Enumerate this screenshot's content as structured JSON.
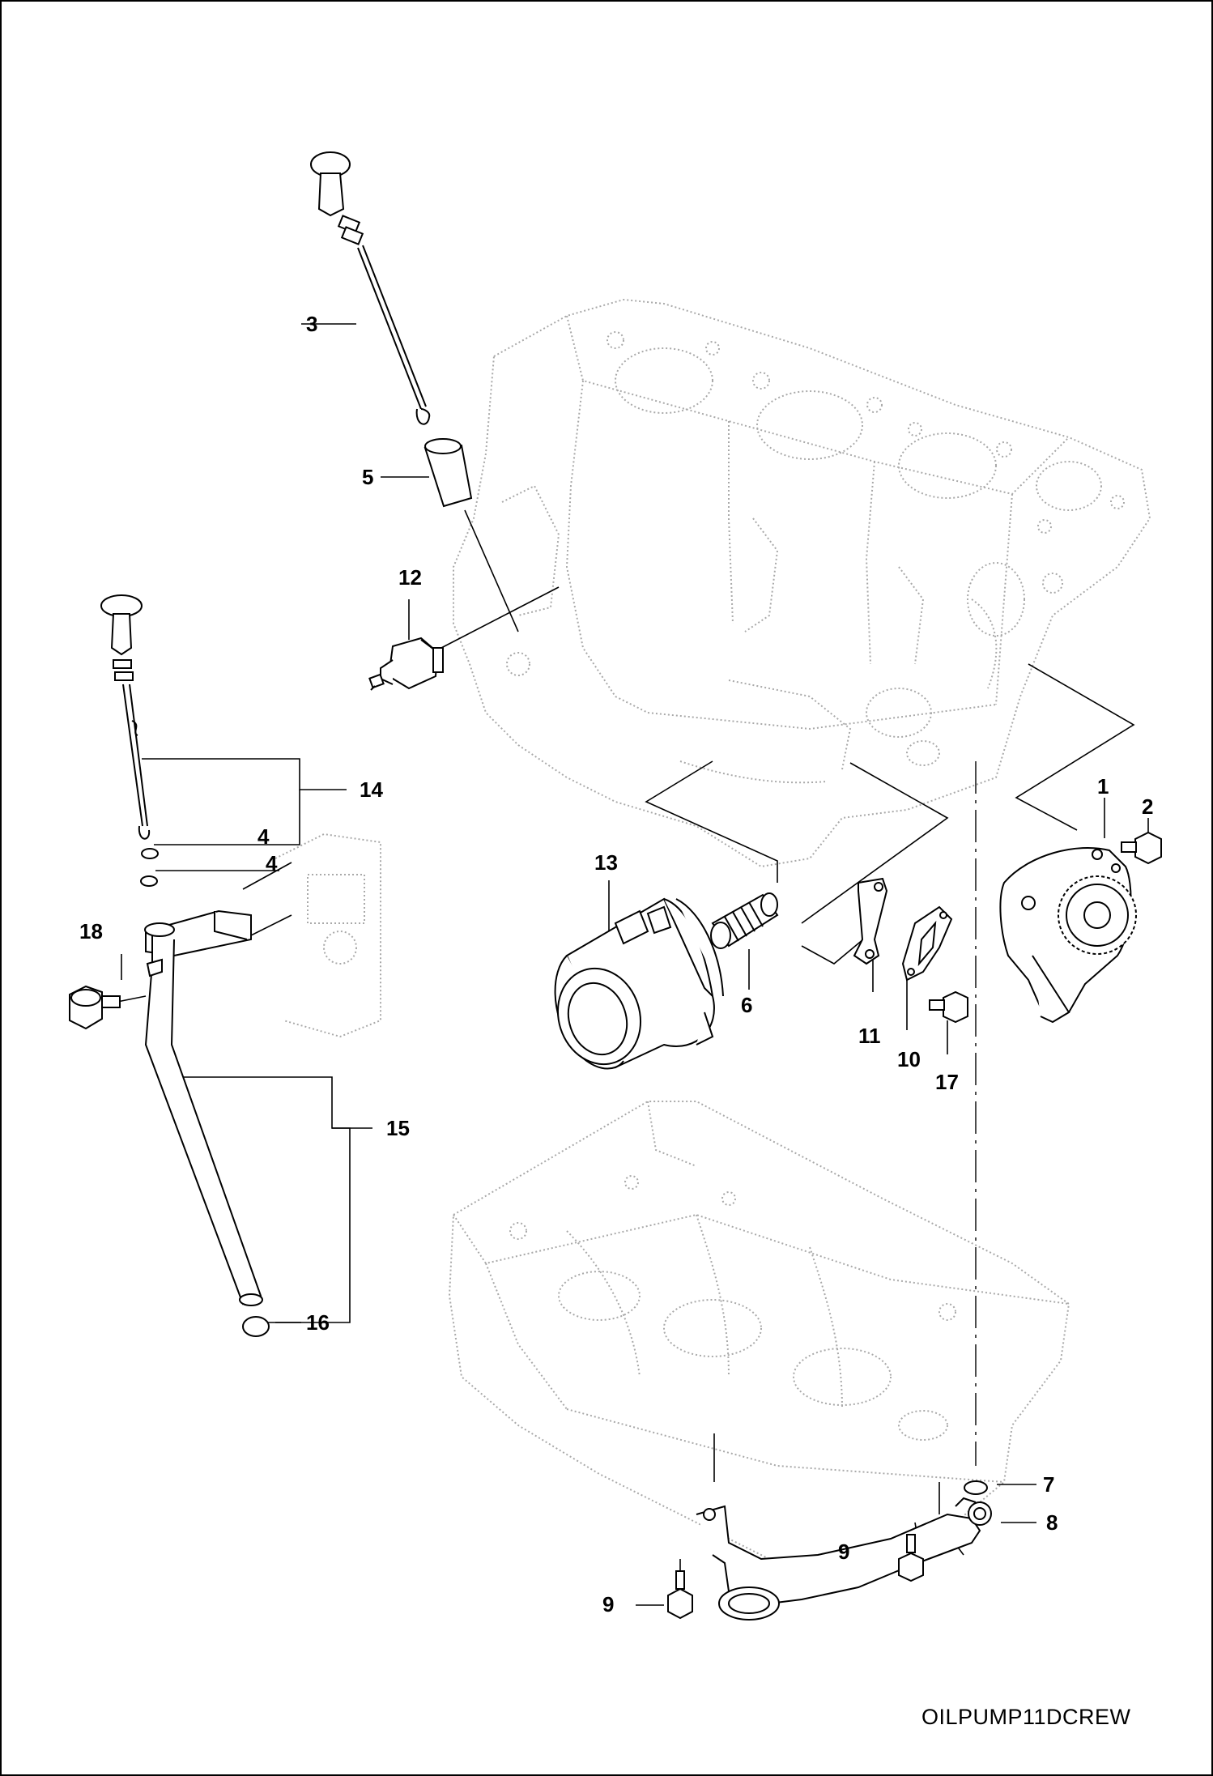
{
  "diagram": {
    "drawing_code": "OILPUMP11DCREW",
    "callouts": {
      "c1": "1",
      "c2": "2",
      "c3": "3",
      "c4a": "4",
      "c4b": "4",
      "c5": "5",
      "c6": "6",
      "c7": "7",
      "c8": "8",
      "c9a": "9",
      "c9b": "9",
      "c10": "10",
      "c11": "11",
      "c12": "12",
      "c13": "13",
      "c14": "14",
      "c15": "15",
      "c16": "16",
      "c17": "17",
      "c18": "18"
    }
  },
  "colors": {
    "line": "#000000",
    "ghost": "#a9a9a9",
    "background": "#ffffff"
  },
  "icons": [
    "dipstick-icon",
    "dipstick-tube-icon",
    "oil-filter-icon",
    "oil-pump-icon",
    "oil-pressure-switch-icon",
    "engine-block-icon",
    "oil-pan-icon",
    "oil-strainer-icon",
    "bolt-icon",
    "o-ring-icon",
    "gasket-icon"
  ]
}
